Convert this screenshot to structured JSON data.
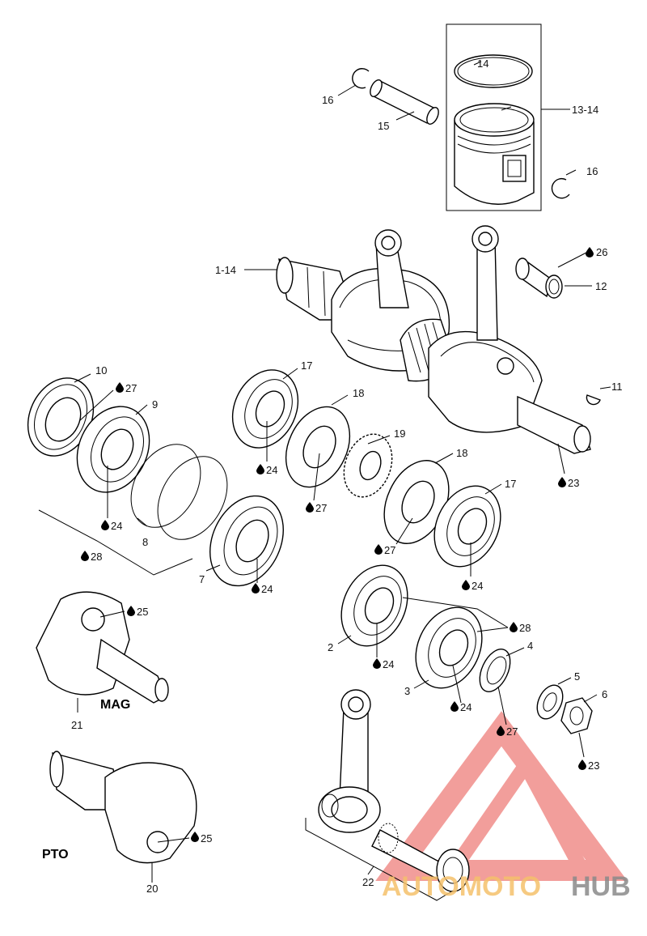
{
  "labels": {
    "l14_top": "14",
    "l16_a": "16",
    "l15": "15",
    "l13_14": "13-14",
    "l16_b": "16",
    "l1_14": "1-14",
    "l26": "26",
    "l12": "12",
    "l10": "10",
    "l27_a": "27",
    "l9": "9",
    "l17_a": "17",
    "l18_a": "18",
    "l19": "19",
    "l11": "11",
    "l24_a": "24",
    "l27_b": "27",
    "l18_b": "18",
    "l17_b": "17",
    "l23_a": "23",
    "l24_b": "24",
    "l8": "8",
    "l28_a": "28",
    "l7": "7",
    "l24_c": "24",
    "l27_c": "27",
    "l24_d": "24",
    "l25_a": "25",
    "l28_b": "28",
    "l2": "2",
    "l4": "4",
    "l24_e": "24",
    "l5": "5",
    "l3": "3",
    "l24_f": "24",
    "l6": "6",
    "l21": "21",
    "l27_d": "27",
    "l23_b": "23",
    "l25_b": "25",
    "l20": "20",
    "l22": "22"
  },
  "side_labels": {
    "mag": "MAG",
    "pto": "PTO"
  },
  "watermark": {
    "part1": "AUTOMOTO",
    "part2": "HUB"
  },
  "colors": {
    "line": "#000000",
    "watermark_red": "#e8504a",
    "watermark_orange": "#f5c16c",
    "watermark_gray": "#8a8a8a"
  },
  "icons": {
    "lubricant": "oil-drop-icon"
  }
}
